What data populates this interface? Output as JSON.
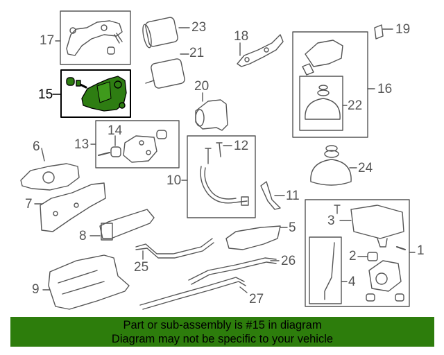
{
  "diagram": {
    "highlighted_part": "15",
    "colors": {
      "line": "#555555",
      "highlight_fill": "#2e7d12",
      "highlight_border": "#000000",
      "banner": "#2d7d0c"
    },
    "callouts": [
      "1",
      "2",
      "3",
      "4",
      "5",
      "6",
      "7",
      "8",
      "9",
      "10",
      "11",
      "12",
      "13",
      "14",
      "15",
      "16",
      "17",
      "18",
      "19",
      "20",
      "21",
      "22",
      "23",
      "24",
      "25",
      "26",
      "27"
    ]
  },
  "banner": {
    "line1": "Part or sub-assembly is #15 in diagram",
    "line2": "Diagram may not be specific to your vehicle"
  }
}
